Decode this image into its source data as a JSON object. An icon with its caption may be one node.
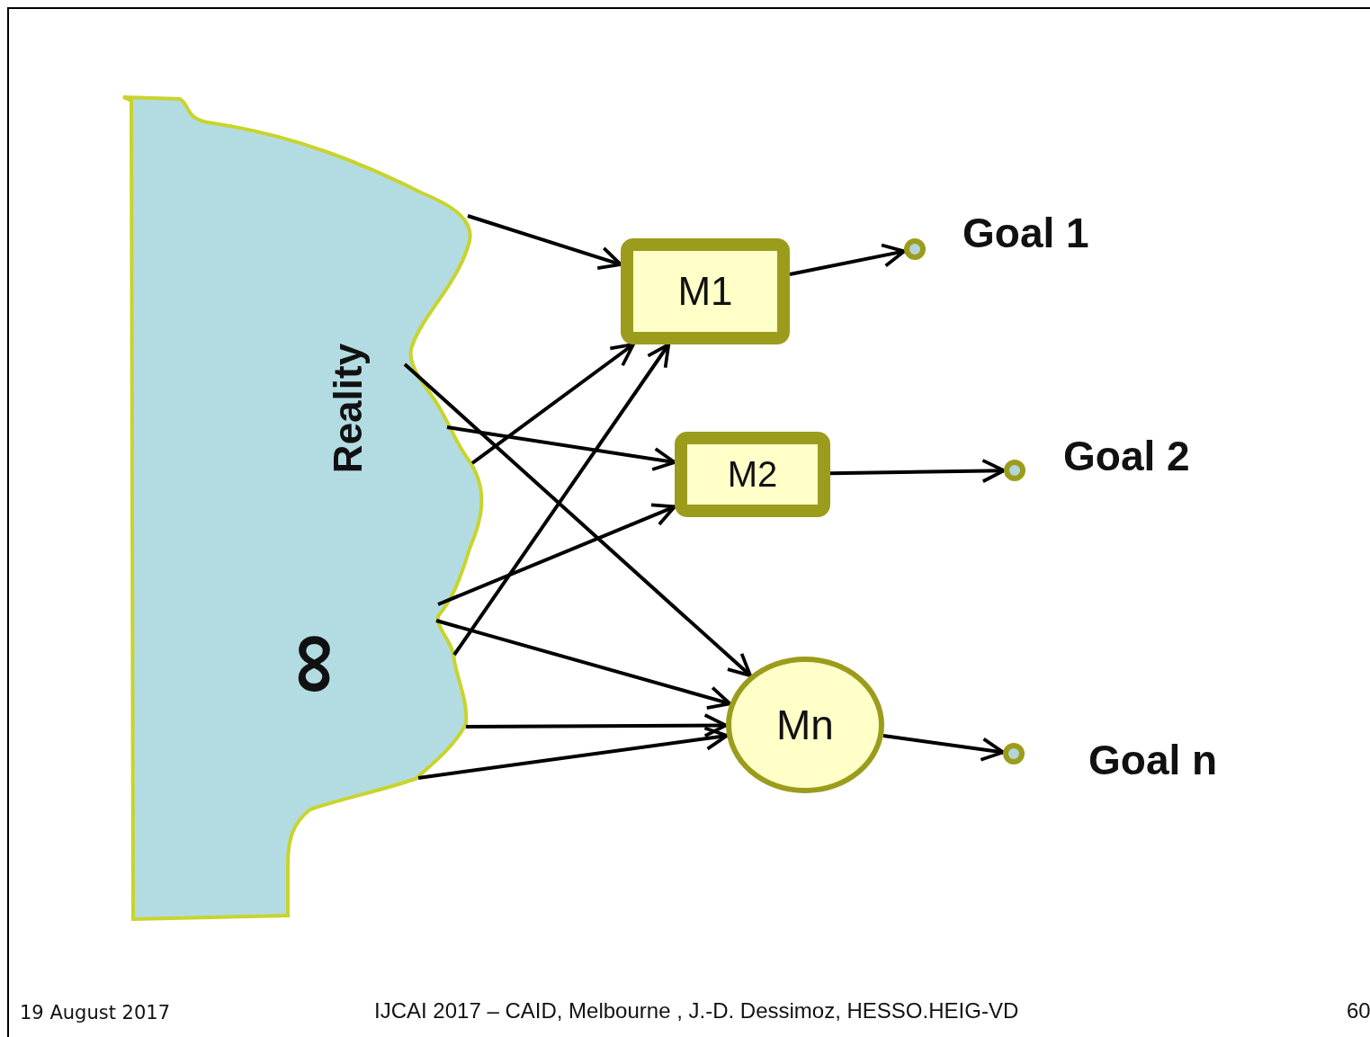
{
  "diagram": {
    "nodes": [
      {
        "text": [
          "Reality",
          "∞"
        ]
      },
      {
        "text": [
          "M1"
        ]
      },
      {
        "text": [
          "M2"
        ]
      },
      {
        "text": [
          "Mn"
        ]
      },
      {
        "text": [],
        "shape": "circle",
        "beside": [
          "Goal 1"
        ]
      },
      {
        "text": [],
        "shape": "circle",
        "beside": [
          "Goal 2"
        ]
      },
      {
        "text": [],
        "shape": "circle",
        "beside": [
          "Goal n"
        ]
      }
    ],
    "edges": [
      {
        "from": 0,
        "to": 1,
        "arrow": "to"
      },
      {
        "from": 0,
        "to": 1,
        "arrow": "to"
      },
      {
        "from": 0,
        "to": 1,
        "arrow": "to"
      },
      {
        "from": 0,
        "to": 2,
        "arrow": "to"
      },
      {
        "from": 0,
        "to": 2,
        "arrow": "to"
      },
      {
        "from": 0,
        "to": 3,
        "arrow": "to"
      },
      {
        "from": 0,
        "to": 3,
        "arrow": "to"
      },
      {
        "from": 0,
        "to": 3,
        "arrow": "to"
      },
      {
        "from": 0,
        "to": 3,
        "arrow": "to"
      },
      {
        "from": 1,
        "to": 4,
        "arrow": "to"
      },
      {
        "from": 2,
        "to": 5,
        "arrow": "to"
      },
      {
        "from": 3,
        "to": 6,
        "arrow": "to"
      }
    ],
    "labels": [
      "19 August 2017",
      "IJCAI 2017 – CAID, Melbourne , J.-D. Dessimoz, HESSO.HEIG-VD",
      "60"
    ]
  }
}
